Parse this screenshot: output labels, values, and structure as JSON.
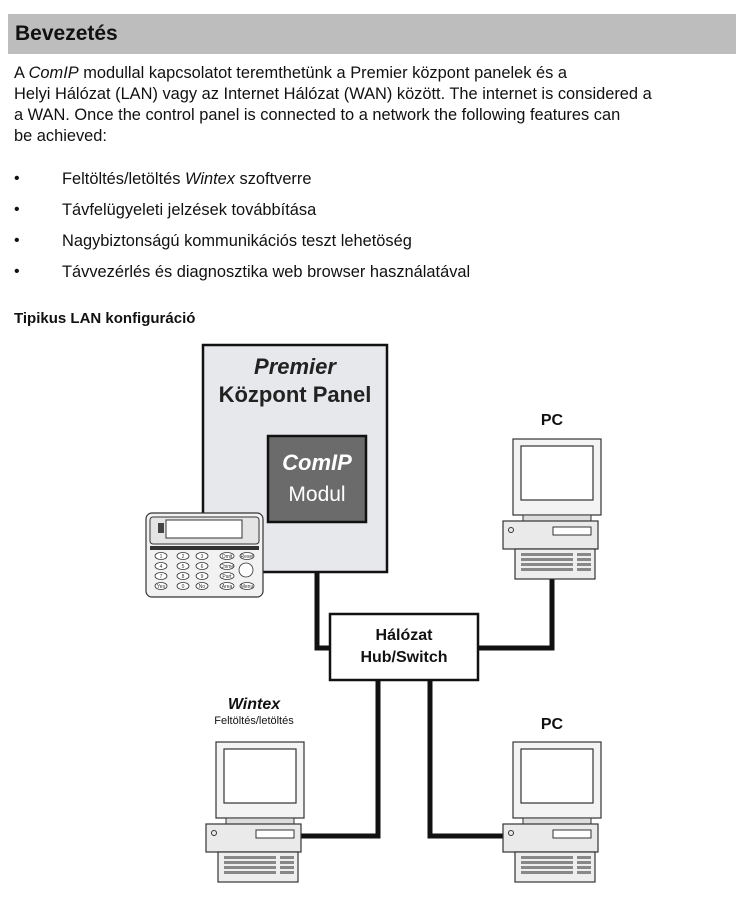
{
  "header": {
    "title": "Bevezetés"
  },
  "intro": {
    "line1_a": "A ",
    "line1_b": "ComIP",
    "line1_c": " modullal kapcsolatot teremthetünk a Premier központ panelek és a",
    "line2": "Helyi Hálózat (LAN) vagy az Internet Hálózat (WAN) között. The internet is considered a",
    "line3": "a WAN. Once the control panel is connected to a network the following features can",
    "line4": "be achieved:"
  },
  "bullets": [
    {
      "pre": "Feltöltés/letöltés ",
      "em": "Wintex",
      "post": " szoftverre"
    },
    {
      "pre": "Távfelügyeleti jelzések továbbítása",
      "em": "",
      "post": ""
    },
    {
      "pre": "Nagybiztonságú kommunikációs teszt lehetöség",
      "em": "",
      "post": ""
    },
    {
      "pre": "Távvezérlés és  diagnosztika web browser használatával",
      "em": "",
      "post": ""
    }
  ],
  "bullet_glyph": "•",
  "subheading": "Tipikus LAN konfiguráció",
  "diagram": {
    "panel_title": "Premier",
    "panel_subtitle": "Központ Panel",
    "module_title": "ComIP",
    "module_subtitle": "Modul",
    "hub_line1": "Hálózat",
    "hub_line2": "Hub/Switch",
    "pc_top_label": "PC",
    "pc_bottom_label": "PC",
    "wintex_label": "Wintex",
    "wintex_sublabel": "Feltöltés/letöltés",
    "keypad_keys": [
      "1",
      "2",
      "3",
      "Omit",
      "Reset",
      "4",
      "5",
      "6",
      "Chime",
      "7",
      "8",
      "9",
      "Part",
      "Yes",
      "0",
      "No",
      "Area",
      "Menu"
    ]
  },
  "colors": {
    "title_bar": "#bdbdbd",
    "panel_fill": "#e6e8ec",
    "module_fill": "#6b6b6b",
    "line": "#111111"
  }
}
